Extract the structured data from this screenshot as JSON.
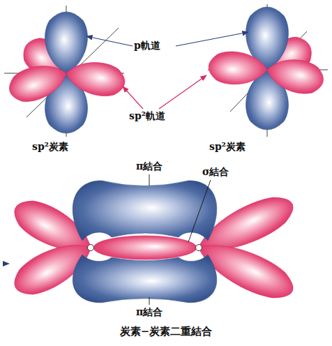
{
  "diagram": {
    "caption": "炭素−炭素二重結合",
    "labels": [
      "p軌道",
      "sp²軌道",
      "sp²炭素",
      "sp²炭素",
      "π結合",
      "σ結合",
      "π結合"
    ]
  }
}
